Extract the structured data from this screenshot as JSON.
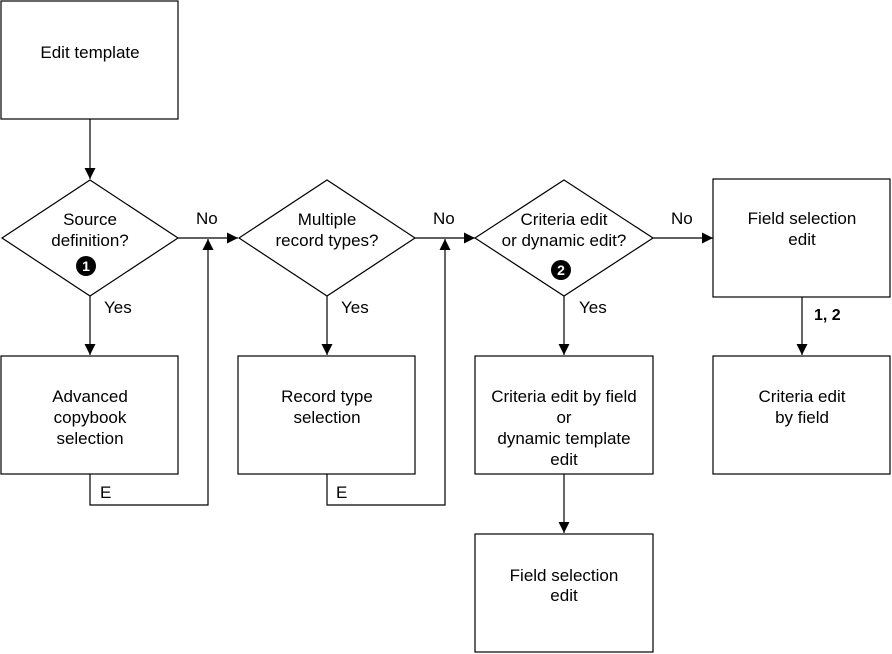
{
  "nodes": {
    "edit_template": [
      "Edit template"
    ],
    "source_definition": [
      "Source",
      "definition?"
    ],
    "advanced_copybook": [
      "Advanced",
      "copybook",
      "selection"
    ],
    "multiple_record_types": [
      "Multiple",
      "record types?"
    ],
    "record_type_selection": [
      "Record type",
      "selection"
    ],
    "criteria_or_dynamic": [
      "Criteria edit",
      "or dynamic edit?"
    ],
    "criteria_by_field_or_dynamic": [
      "Criteria edit by field",
      "or",
      "dynamic template",
      "edit"
    ],
    "field_selection_edit_right": [
      "Field selection",
      "edit"
    ],
    "criteria_edit_by_field": [
      "Criteria edit",
      "by field"
    ],
    "field_selection_edit_bottom": [
      "Field selection",
      "edit"
    ]
  },
  "badges": {
    "one": "1",
    "two": "2"
  },
  "edge_labels": {
    "no_1": "No",
    "no_2": "No",
    "no_3": "No",
    "yes_1": "Yes",
    "yes_2": "Yes",
    "yes_3": "Yes",
    "e_1": "E",
    "e_2": "E",
    "refs": "1, 2"
  }
}
